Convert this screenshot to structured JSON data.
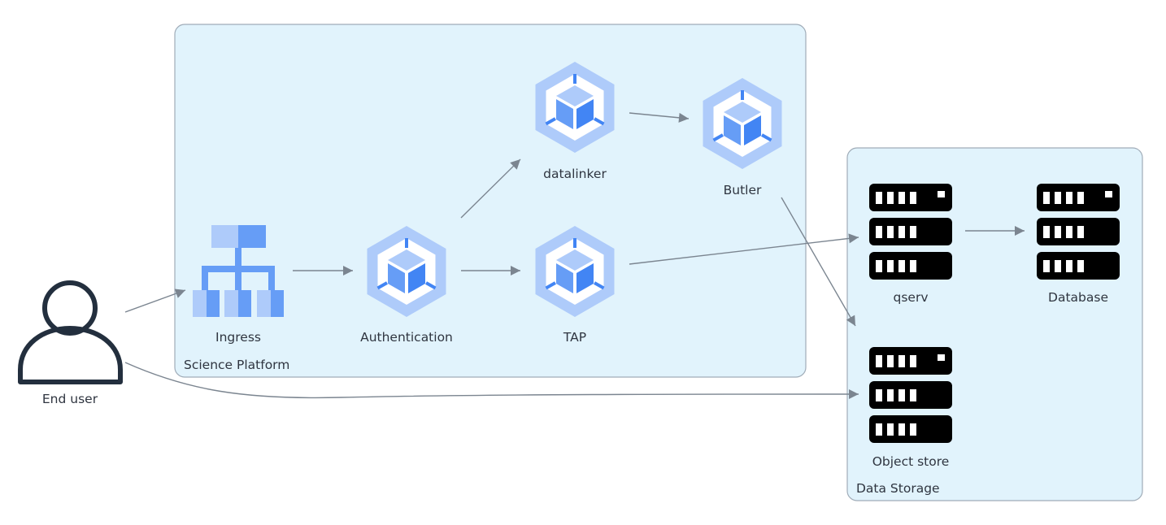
{
  "clusters": {
    "science_platform": {
      "label": "Science Platform"
    },
    "data_storage": {
      "label": "Data Storage"
    }
  },
  "nodes": {
    "end_user": {
      "label": "End user",
      "icon": "user-icon"
    },
    "ingress": {
      "label": "Ingress",
      "icon": "ingress-icon"
    },
    "authentication": {
      "label": "Authentication",
      "icon": "kubernetes-engine-icon"
    },
    "datalinker": {
      "label": "datalinker",
      "icon": "kubernetes-engine-icon"
    },
    "tap": {
      "label": "TAP",
      "icon": "kubernetes-engine-icon"
    },
    "butler": {
      "label": "Butler",
      "icon": "kubernetes-engine-icon"
    },
    "qserv": {
      "label": "qserv",
      "icon": "server-rack-icon"
    },
    "database": {
      "label": "Database",
      "icon": "server-rack-icon"
    },
    "object_store": {
      "label": "Object store",
      "icon": "server-rack-icon"
    }
  },
  "edges": [
    {
      "from": "End user",
      "to": "Ingress"
    },
    {
      "from": "End user",
      "to": "Object store"
    },
    {
      "from": "Ingress",
      "to": "Authentication"
    },
    {
      "from": "Authentication",
      "to": "datalinker"
    },
    {
      "from": "Authentication",
      "to": "TAP"
    },
    {
      "from": "datalinker",
      "to": "Butler"
    },
    {
      "from": "TAP",
      "to": "qserv"
    },
    {
      "from": "Butler",
      "to": "Object store"
    },
    {
      "from": "qserv",
      "to": "Database"
    }
  ],
  "colors": {
    "cluster_fill": "#e1f3fc",
    "cluster_border": "#a0acb8",
    "edge": "#7b8590",
    "hex_light": "#aecbfa",
    "cube_top": "#aecbfa",
    "cube_side": "#669df6",
    "cube_front": "#4285f4",
    "server": "#000000",
    "user_stroke": "#232f3e"
  }
}
